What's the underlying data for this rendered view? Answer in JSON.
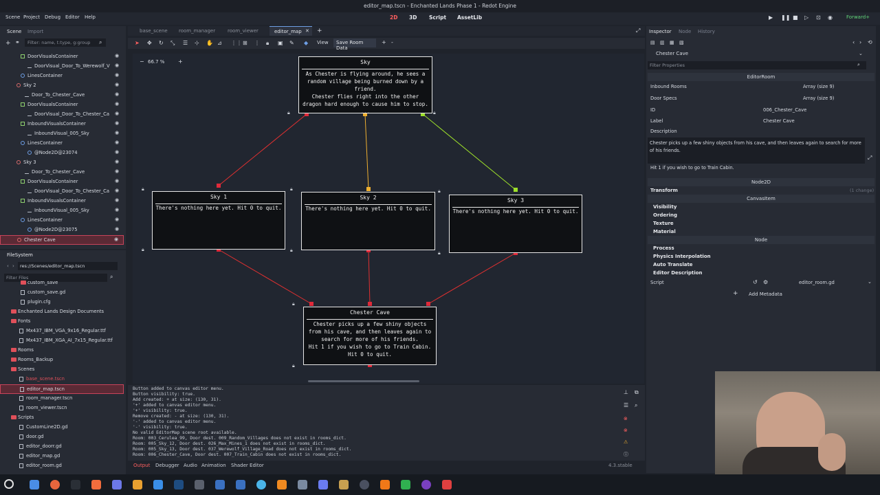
{
  "window": {
    "title": "editor_map.tscn - Enchanted Lands Phase 1 - Redot Engine"
  },
  "menu": [
    "Scene",
    "Project",
    "Debug",
    "Editor",
    "Help"
  ],
  "workspaces": [
    "2D",
    "3D",
    "Script",
    "AssetLib"
  ],
  "renderer": "Forward+",
  "scene_dock": {
    "tabs": [
      "Scene",
      "Import"
    ],
    "filter_placeholder": "Filter: name, t:type, g:group",
    "rows": [
      "DoorVisualsContainer",
      "DoorVisual_Door_To_Werewolf_V",
      "LinesContainer",
      "Sky 2",
      "Door_To_Chester_Cave",
      "DoorVisualsContainer",
      "DoorVisual_Door_To_Chester_Ca",
      "InboundVisualsContainer",
      "InboundVisual_005_Sky",
      "LinesContainer",
      "@Node2D@23074",
      "Sky 3",
      "Door_To_Chester_Cave",
      "DoorVisualsContainer",
      "DoorVisual_Door_To_Chester_Ca",
      "InboundVisualsContainer",
      "InboundVisual_005_Sky",
      "LinesContainer",
      "@Node2D@23075",
      "Chester Cave"
    ]
  },
  "filesystem": {
    "title": "FileSystem",
    "path": "res://Scenes/editor_map.tscn",
    "filter_placeholder": "Filter Files",
    "rows": [
      "custom_save",
      "custom_save.gd",
      "plugin.cfg",
      "Enchanted Lands Design Documents",
      "Fonts",
      "Mx437_IBM_VGA_9x16_Regular.ttf",
      "Mx437_IBM_XGA_AI_7x15_Regular.ttf",
      "Rooms",
      "Rooms_Backup",
      "Scenes",
      "base_scene.tscn",
      "editor_map.tscn",
      "room_manager.tscn",
      "room_viewer.tscn",
      "Scripts",
      "CustomLine2D.gd",
      "door.gd",
      "editor_doorr.gd",
      "editor_map.gd",
      "editor_room.gd"
    ]
  },
  "editor_tabs": [
    "base_scene",
    "room_manager",
    "room_viewer",
    "editor_map"
  ],
  "toolbar": {
    "view": "View",
    "save": "Save Room Data",
    "zoom": "66.7 %"
  },
  "nodes": {
    "sky": {
      "title": "Sky",
      "body": "As Chester is flying around, he sees a random village being burned down by a friend.\nChester flies right into the other dragon hard enough to cause him to stop.\n..."
    },
    "sky1": {
      "title": "Sky 1",
      "body": "There's nothing here yet.  Hit 0 to quit."
    },
    "sky2": {
      "title": "Sky 2",
      "body": "There's nothing here yet.  Hit 0 to quit."
    },
    "sky3": {
      "title": "Sky 3",
      "body": "There's nothing here yet.  Hit 0 to quit."
    },
    "cave": {
      "title": "Chester Cave",
      "body": "Chester picks up a few shiny objects from his cave, and then leaves again to search for more of his friends.\nHit 1 if you wish to go to Train Cabin.\nHit 0 to quit."
    }
  },
  "output": {
    "lines": [
      "Button added to canvas editor menu.",
      "Button visibility: true.",
      "Add created: + at size: (130, 31).",
      "'+' added to canvas editor menu.",
      "'+' visibility: true.",
      "Remove created: - at size: (130, 31).",
      "'-' added to canvas editor menu.",
      "'-' visibility: true.",
      "No valid EditorMap scene root available.",
      "Room: 003_Cerulea_99, Door dest. 009_Random_Villages does not exist in rooms_dict.",
      "Room: 005_Sky_12, Door dest. 026_Max_Mines_1 does not exist in rooms_dict.",
      "Room: 005_Sky_13, Door dest. 037_Werewolf_Village_Road does not exist in rooms_dict.",
      "Room: 006_Chester_Cave, Door dest. 007_Train_Cabin does not exist in rooms_dict."
    ],
    "tabs": [
      "Output",
      "Debugger",
      "Audio",
      "Animation",
      "Shader Editor"
    ],
    "version": "4.3.stable"
  },
  "inspector": {
    "tabs": [
      "Inspector",
      "Node",
      "History"
    ],
    "node": "Chester Cave",
    "filter_placeholder": "Filter Properties",
    "class": "EditorRoom",
    "props": [
      {
        "k": "Inbound Rooms",
        "v": "Array (size 9)"
      },
      {
        "k": "Door Specs",
        "v": "Array (size 9)"
      },
      {
        "k": "ID",
        "v": "006_Chester_Cave"
      },
      {
        "k": "Label",
        "v": "Chester Cave"
      },
      {
        "k": "Description",
        "v": ""
      }
    ],
    "description": "Chester picks up a few shiny objects from his cave, and then leaves again to search for more of his friends.",
    "description2": "Hit 1 if you wish to go to Train Cabin.",
    "node2d": "Node2D",
    "transform": "Transform",
    "transform_note": "(1 change)",
    "canvasitem": "CanvasItem",
    "canvas_sections": [
      "Visibility",
      "Ordering",
      "Texture",
      "Material"
    ],
    "node_class": "Node",
    "node_sections": [
      "Process",
      "Physics Interpolation",
      "Auto Translate",
      "Editor Description"
    ],
    "script_label": "Script",
    "script_value": "editor_room.gd",
    "add_metadata": "Add Metadata"
  }
}
